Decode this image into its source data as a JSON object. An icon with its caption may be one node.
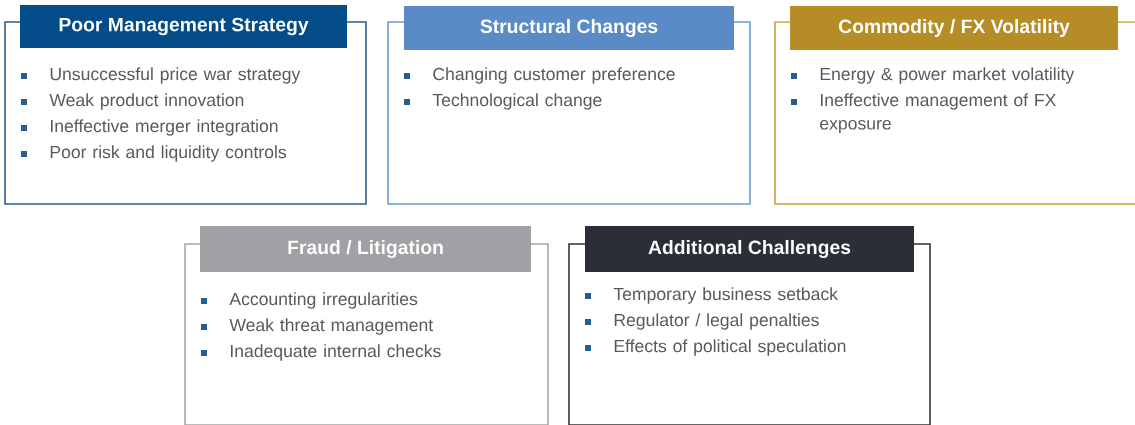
{
  "diagram": {
    "nodes": [
      {
        "text": [
          "Poor Management Strategy",
          "Unsuccessful price war strategy",
          "Weak product innovation",
          "Ineffective merger integration",
          "Poor risk and liquidity controls"
        ]
      },
      {
        "text": [
          "Structural Changes",
          "Changing customer preference",
          "Technological change"
        ]
      },
      {
        "text": [
          "Commodity / FX Volatility",
          "Energy & power market volatility",
          "Ineffective management of FX exposure"
        ]
      },
      {
        "text": [
          "Fraud / Litigation",
          "Accounting irregularities",
          "Weak threat management",
          "Inadequate internal checks"
        ]
      },
      {
        "text": [
          "Additional Challenges",
          "Temporary business setback",
          "Regulator / legal penalties",
          "Effects of political speculation"
        ]
      }
    ]
  }
}
